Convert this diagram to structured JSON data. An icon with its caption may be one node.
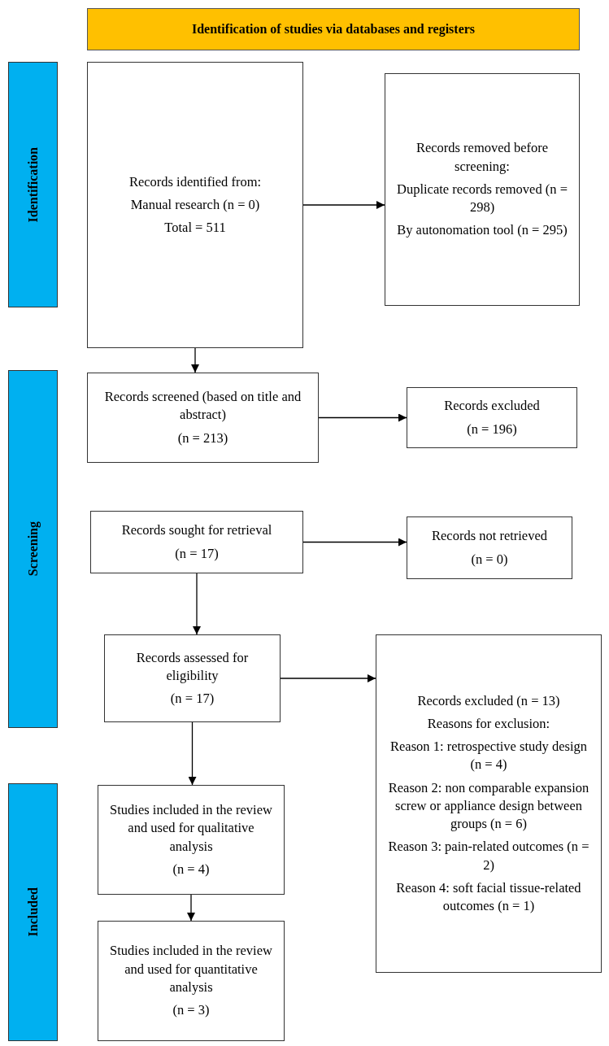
{
  "diagram": {
    "nodes": [
      {
        "text": [
          "Identification of studies via databases and registers"
        ]
      },
      {
        "text": [
          "Identification"
        ]
      },
      {
        "text": [
          "Screening"
        ]
      },
      {
        "text": [
          "Included"
        ]
      },
      {
        "text": [
          "Records identified from:",
          "Manual research (n = 0)",
          "Total = 511"
        ]
      },
      {
        "text": [
          "Records removed before screening:",
          "Duplicate records removed (n = 298)",
          "By autonomation tool (n = 295)"
        ]
      },
      {
        "text": [
          "Records screened (based on title and abstract)",
          "(n = 213)"
        ]
      },
      {
        "text": [
          "Records excluded",
          "(n = 196)"
        ]
      },
      {
        "text": [
          "Records sought for retrieval",
          "(n = 17)"
        ]
      },
      {
        "text": [
          "Records not retrieved",
          "(n = 0)"
        ]
      },
      {
        "text": [
          "Records assessed for eligibility",
          "(n = 17)"
        ]
      },
      {
        "text": [
          "Records excluded (n = 13)",
          "Reasons for exclusion:",
          "Reason 1: retrospective study design (n = 4)",
          "Reason 2: non comparable expansion screw or appliance design between groups (n = 6)",
          "Reason 3: pain-related outcomes (n = 2)",
          "Reason 4: soft facial tissue-related outcomes (n = 1)"
        ]
      },
      {
        "text": [
          "Studies included in the review and used for qualitative analysis",
          "(n = 4)"
        ]
      },
      {
        "text": [
          "Studies included in the review and used for quantitative analysis",
          "(n = 3)"
        ]
      }
    ],
    "edges": [
      {
        "from": 4,
        "to": 5,
        "arrow": "to"
      },
      {
        "from": 4,
        "to": 6,
        "arrow": "to"
      },
      {
        "from": 6,
        "to": 7,
        "arrow": "to"
      },
      {
        "from": 8,
        "to": 9,
        "arrow": "to"
      },
      {
        "from": 8,
        "to": 10,
        "arrow": "to"
      },
      {
        "from": 10,
        "to": 11,
        "arrow": "to"
      },
      {
        "from": 10,
        "to": 12,
        "arrow": "to"
      },
      {
        "from": 12,
        "to": 13,
        "arrow": "to"
      }
    ]
  }
}
